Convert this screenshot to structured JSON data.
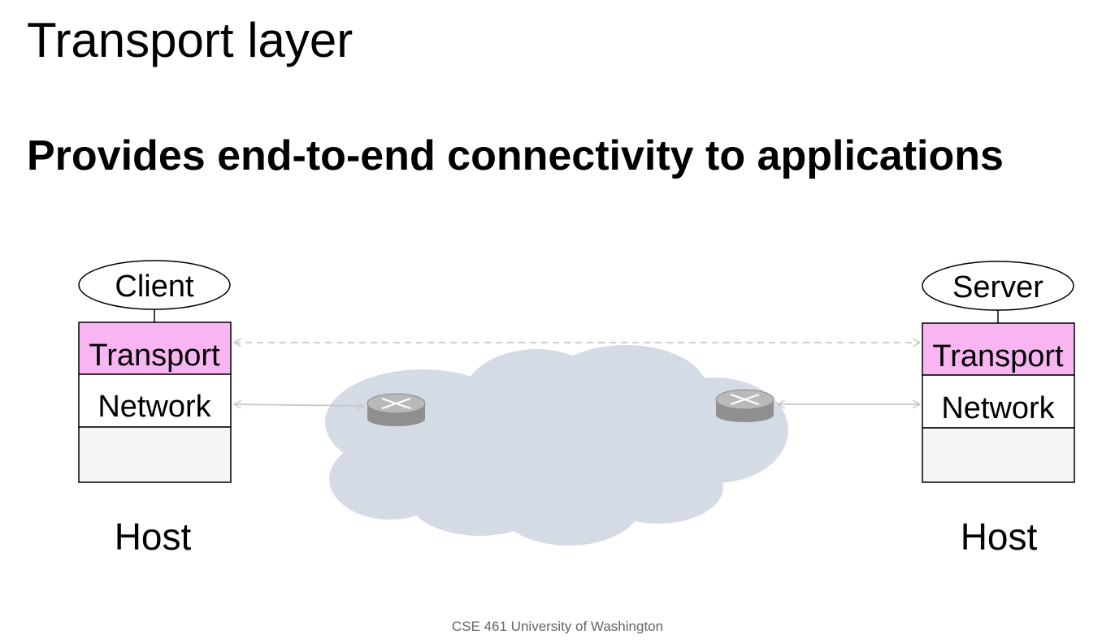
{
  "slide": {
    "title": "Transport layer",
    "subtitle": "Provides end-to-end connectivity to applications",
    "footer": "CSE 461 University of Washington"
  },
  "hosts": {
    "left": {
      "app_label": "Client",
      "layers": [
        "Transport",
        "Network",
        ""
      ],
      "host_label": "Host"
    },
    "right": {
      "app_label": "Server",
      "layers": [
        "Transport",
        "Network",
        ""
      ],
      "host_label": "Host"
    }
  },
  "colors": {
    "transport_fill": "#f8b5f2",
    "network_fill": "#f5f5f5",
    "cloud_fill": "#d5dbe5",
    "arrow": "#c8c8c8",
    "router_body": "#9a9a9a"
  },
  "icons": [
    "router-icon",
    "network-cloud"
  ]
}
